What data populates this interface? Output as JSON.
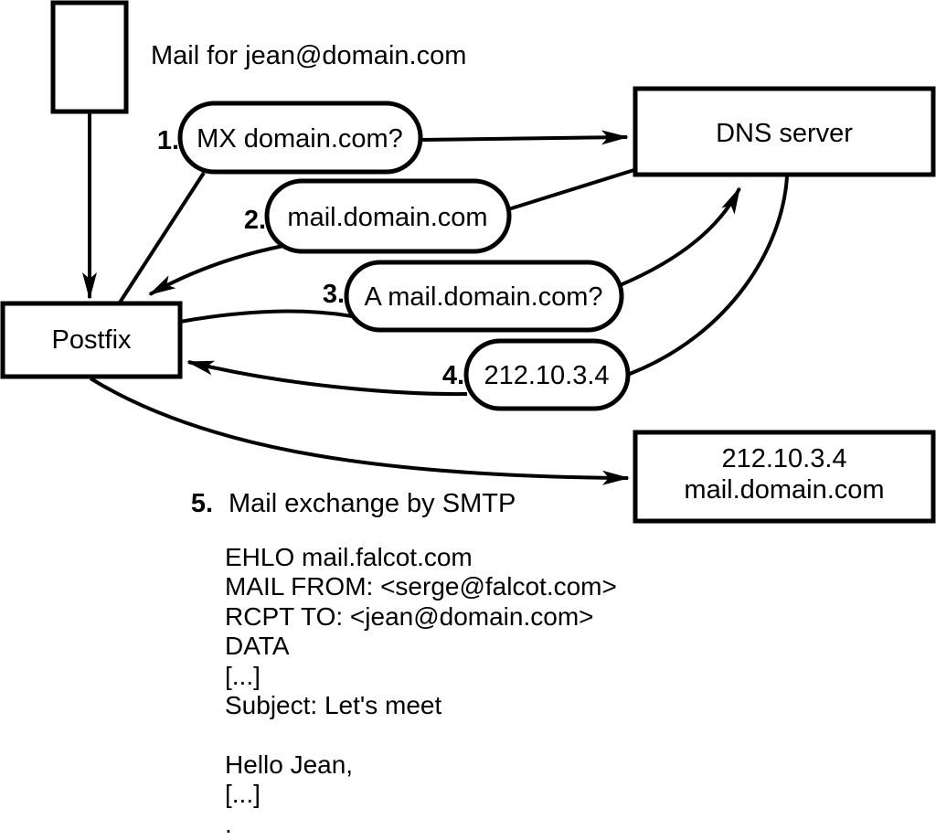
{
  "diagram": {
    "title": "Mail for jean@domain.com",
    "nodes": {
      "postfix": {
        "label": "Postfix"
      },
      "dns": {
        "label": "DNS server"
      },
      "mailserver": {
        "line1": "212.10.3.4",
        "line2": "mail.domain.com"
      }
    },
    "steps": [
      {
        "num": "1.",
        "label": "MX domain.com?"
      },
      {
        "num": "2.",
        "label": "mail.domain.com"
      },
      {
        "num": "3.",
        "label": "A mail.domain.com?"
      },
      {
        "num": "4.",
        "label": "212.10.3.4"
      },
      {
        "num": "5.",
        "label": "Mail exchange by SMTP"
      }
    ],
    "smtp_session": "EHLO mail.falcot.com\nMAIL FROM: <serge@falcot.com>\nRCPT TO: <jean@domain.com>\nDATA\n[...]\nSubject: Let's meet\n\nHello Jean,\n[...]\n.",
    "colors": {
      "ink": "#000000",
      "background": "#ffffff"
    }
  }
}
